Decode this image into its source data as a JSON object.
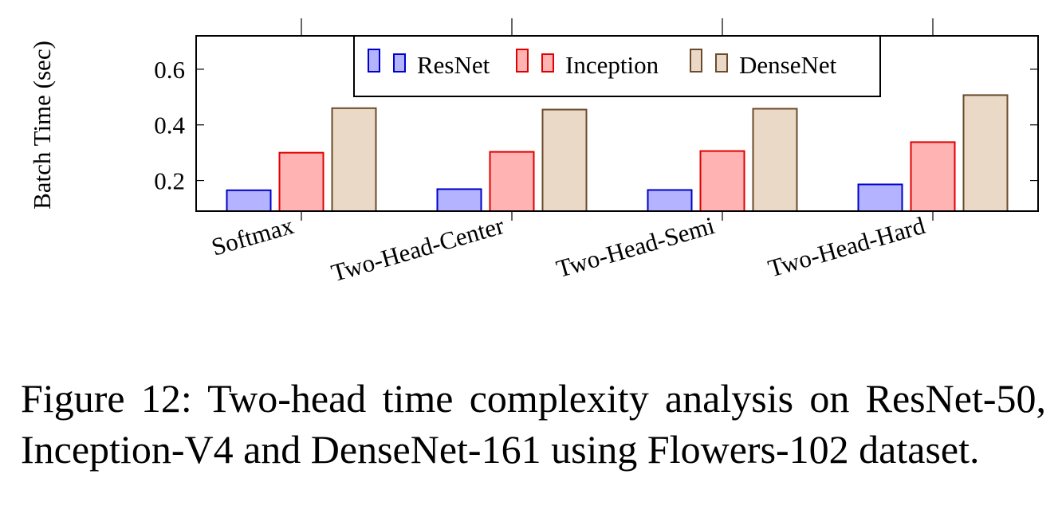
{
  "chart_data": {
    "type": "bar",
    "categories": [
      "Softmax",
      "Two-Head-Center",
      "Two-Head-Semi",
      "Two-Head-Hard"
    ],
    "series": [
      {
        "name": "ResNet",
        "values": [
          0.165,
          0.169,
          0.166,
          0.186
        ],
        "fill": "#b3b3ff",
        "stroke": "#0000cc"
      },
      {
        "name": "Inception",
        "values": [
          0.3,
          0.303,
          0.306,
          0.338
        ],
        "fill": "#ffb3b3",
        "stroke": "#e00000"
      },
      {
        "name": "DenseNet",
        "values": [
          0.46,
          0.455,
          0.458,
          0.507
        ],
        "fill": "#ead9c6",
        "stroke": "#6b4a2b"
      }
    ],
    "ylabel": "Batch Time (sec)",
    "xlabel": "",
    "ylim": [
      0.09,
      0.72
    ],
    "yticks": [
      0.2,
      0.4,
      0.6
    ],
    "ytick_labels": [
      "0.2",
      "0.4",
      "0.6"
    ],
    "legend_position": "top-center",
    "grid": false
  },
  "caption": "Figure 12: Two-head time complexity analysis on ResNet-50, Inception-V4 and DenseNet-161 using Flowers-102 dataset."
}
